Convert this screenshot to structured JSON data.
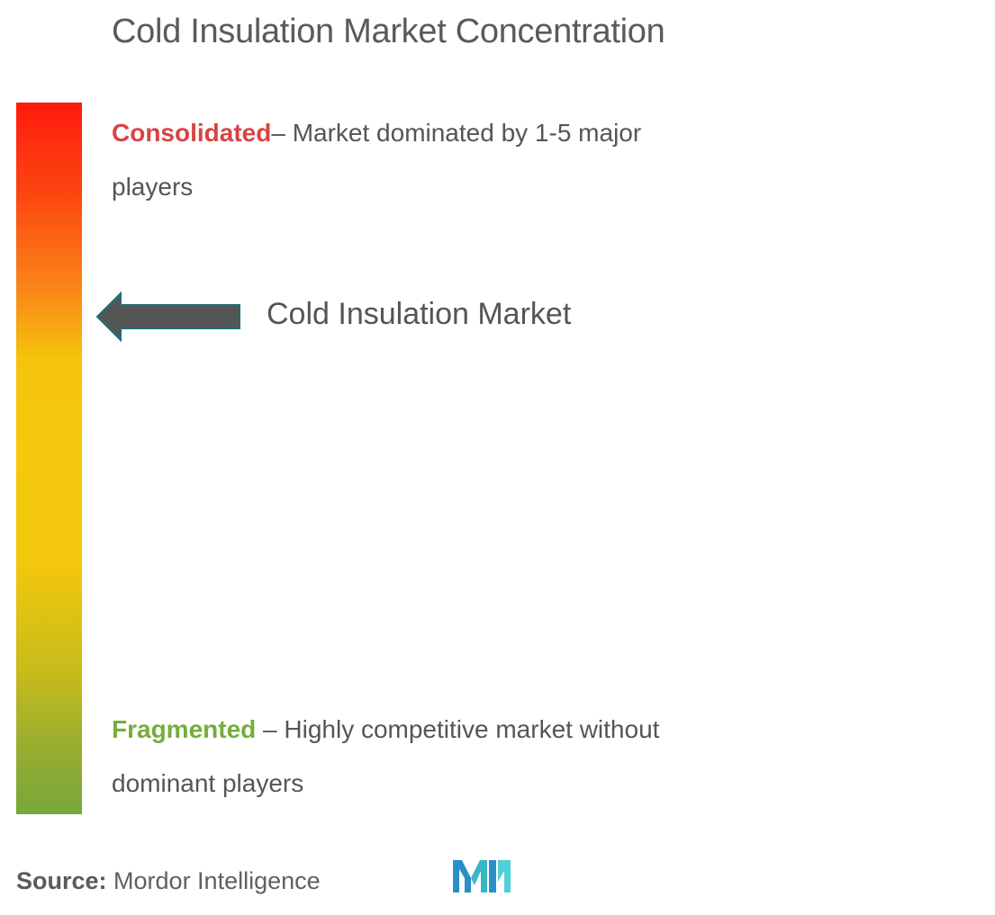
{
  "chart_data": {
    "type": "scale",
    "title": "Cold Insulation Market Concentration",
    "scale": {
      "top_label": "Consolidated",
      "top_description": "– Market dominated by 1-5 major players",
      "bottom_label": "Fragmented",
      "bottom_description": " – Highly competitive market without dominant players",
      "top_color": "#ff1a0d",
      "middle_color": "#f4c80c",
      "bottom_color": "#77a73c"
    },
    "marker": {
      "label": "Cold Insulation Market",
      "position_from_top": 0.3,
      "color": "#555555"
    }
  },
  "footer": {
    "source_key": "Source:",
    "source_value": " Mordor Intelligence",
    "logo": "mordor-intelligence-logo"
  }
}
